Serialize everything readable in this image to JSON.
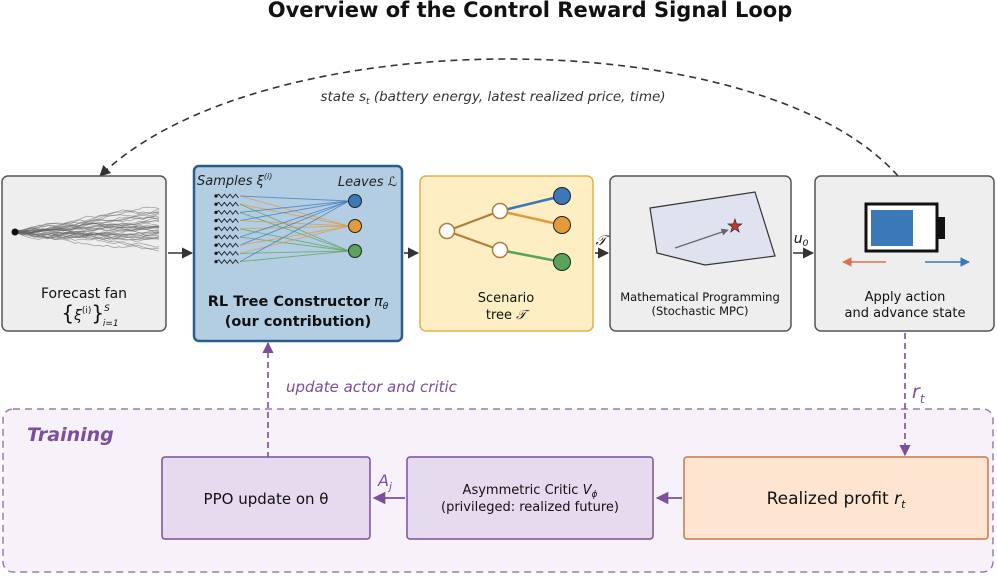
{
  "title": "Overview of the Control Reward Signal Loop",
  "feedback_label": {
    "prefix": "state ",
    "var": "s",
    "sub": "t",
    "suffix": " (battery energy, latest realized price, time)"
  },
  "forecast": {
    "label": "Forecast fan",
    "set_xi": "ξ",
    "set_sup_i": "(i)",
    "set_sup_s": "S",
    "set_sub": "i=1"
  },
  "rl_tree": {
    "samples_label": "Samples ξ",
    "samples_sup": "(i)",
    "leaves_label": "Leaves ℒ",
    "title_main": "RL Tree Constructor",
    "title_pi": "π",
    "title_pi_sub": "θ",
    "subtitle": "(our contribution)"
  },
  "scenario_tree": {
    "line1": "Scenario",
    "line2": "tree ",
    "symbol": "𝒯"
  },
  "mpc": {
    "line1": "Mathematical Programming",
    "line2": "(Stochastic MPC)"
  },
  "apply": {
    "line1": "Apply action",
    "line2": "and advance state"
  },
  "edge_labels": {
    "tree_to_mpc": "𝒯",
    "u": "u",
    "u_sub": "0",
    "reward": "r",
    "reward_sub": "t",
    "advantage": "A",
    "advantage_sub": "j",
    "update": "update actor and critic"
  },
  "training": {
    "label": "Training",
    "ppo": "PPO update on θ",
    "critic_line1": "Asymmetric Critic ",
    "critic_v": "V",
    "critic_v_sub": "ϕ",
    "critic_line2": "(privileged: realized future)",
    "profit": "Realized profit ",
    "profit_r": "r",
    "profit_r_sub": "t"
  },
  "colors": {
    "rl_fill": "#b3cde3",
    "rl_border": "#2b5c8a",
    "tree_fill": "#fdefc3",
    "tree_border": "#e0b04a",
    "tree_branch": "#b07d3a",
    "gray_fill": "#eeeeee",
    "gray_border": "#555555",
    "training_fill": "#f7f1fa",
    "training_border": "#9c7bb5",
    "purple": "#7a4f9e",
    "ppo_fill": "#e6daef",
    "profit_fill": "#fde5d1",
    "profit_border": "#c8784a",
    "leaf_blue": "#3b78b8",
    "leaf_orange": "#e39a3a",
    "leaf_green": "#5aa35a",
    "battery_blue": "#3b78b8",
    "arrow_orange": "#d9734a"
  }
}
